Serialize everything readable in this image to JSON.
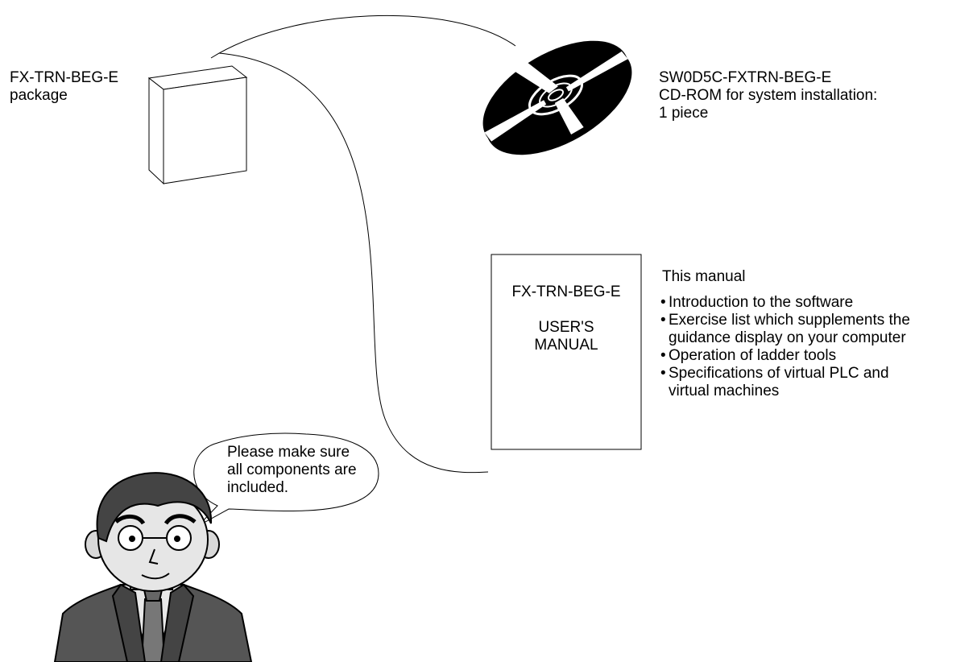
{
  "package": {
    "title": "FX-TRN-BEG-E",
    "subtitle": "package"
  },
  "cdrom": {
    "model": "SW0D5C-FXTRN-BEG-E",
    "description": "CD-ROM for system installation:",
    "quantity": "1 piece"
  },
  "manual": {
    "cover_title": "FX-TRN-BEG-E",
    "cover_line1": "USER'S",
    "cover_line2": "MANUAL",
    "heading": "This manual",
    "items": [
      {
        "line1": "Introduction to the software",
        "line2": ""
      },
      {
        "line1": "Exercise list which supplements the",
        "line2": "guidance display on your computer"
      },
      {
        "line1": "Operation of ladder tools",
        "line2": ""
      },
      {
        "line1": "Specifications of virtual PLC and",
        "line2": "virtual machines"
      }
    ]
  },
  "speech_bubble": {
    "line1": "Please make sure",
    "line2": "all components are",
    "line3": "included."
  },
  "icons": {
    "box": "package-box-icon",
    "disc": "cd-rom-disc-icon",
    "person": "businessman-illustration"
  }
}
